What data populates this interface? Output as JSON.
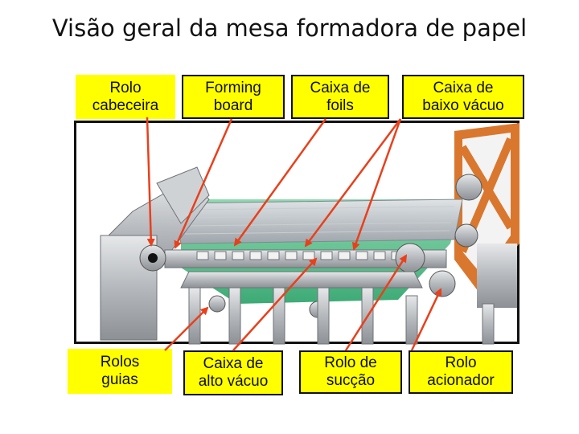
{
  "title": "Visão geral da mesa formadora de papel",
  "colors": {
    "label_fill": "#ffff00",
    "arrow": "#e8401c",
    "table_green": "#4fbf8a",
    "steel": "#b5b8bc",
    "frame_orange": "#d9772e"
  },
  "labels": {
    "rolo_cabeceira": "Rolo\ncabeceira",
    "forming_board": "Forming\nboard",
    "caixa_foils": "Caixa de\nfoils",
    "caixa_baixo_vacuo": "Caixa de\nbaixo vácuo",
    "rolos_guias": "Rolos\nguias",
    "caixa_alto_vacuo": "Caixa de\nalto vácuo",
    "rolo_succao": "Rolo de\nsucção",
    "rolo_acionador": "Rolo\nacionador"
  }
}
